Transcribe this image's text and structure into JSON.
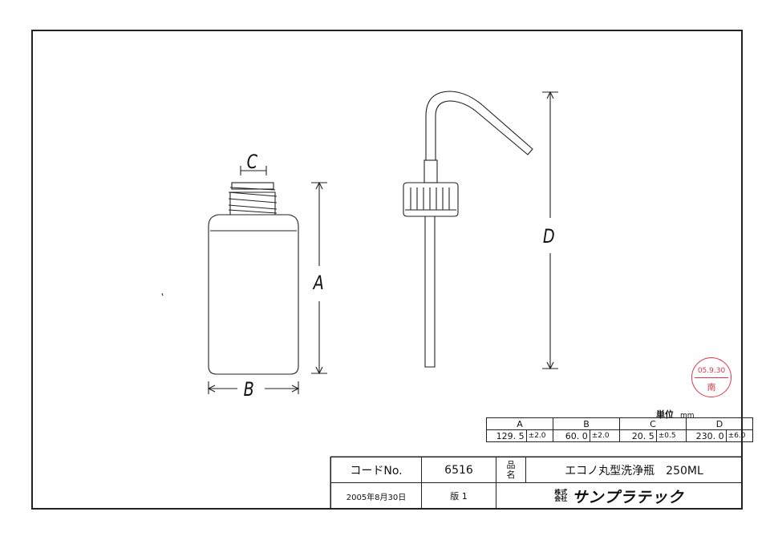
{
  "dimension_labels": {
    "a": "A",
    "b": "B",
    "c": "C",
    "d": "D"
  },
  "units": {
    "label": "単位",
    "unit": "mm"
  },
  "spec_table": {
    "headers": [
      "A",
      "B",
      "C",
      "D"
    ],
    "values": [
      {
        "value": "129. 5",
        "tol": "±2.0"
      },
      {
        "value": "60. 0",
        "tol": "±2.0"
      },
      {
        "value": "20. 5",
        "tol": "±0.5"
      },
      {
        "value": "230. 0",
        "tol": "±6.0"
      }
    ]
  },
  "title_block": {
    "code_label": "コードNo.",
    "code_value": "6516",
    "name_label_1": "品",
    "name_label_2": "名",
    "product_name": "エコノ丸型洗浄瓶　250ML",
    "date": "2005年8月30日",
    "version": "版 1",
    "company_prefix_1": "株式",
    "company_prefix_2": "会社",
    "company_name": "サンプラテック"
  },
  "stamp": {
    "date": "05.9.30",
    "name": "南"
  },
  "colors": {
    "line": "#222222",
    "stamp": "#d23a4a"
  }
}
